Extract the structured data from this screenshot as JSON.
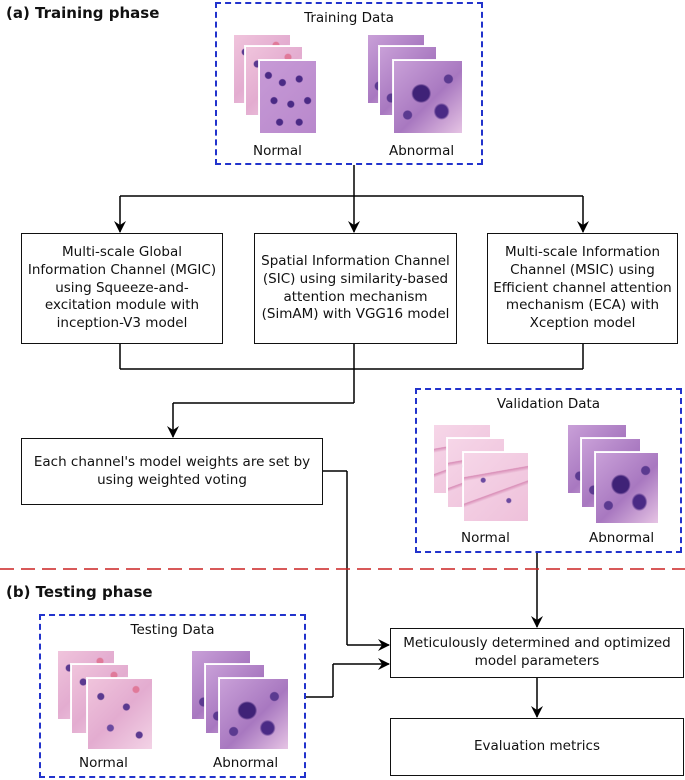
{
  "phases": {
    "training": "(a) Training phase",
    "testing": "(b) Testing phase"
  },
  "training_data": {
    "title": "Training Data",
    "normal": "Normal",
    "abnormal": "Abnormal"
  },
  "validation_data": {
    "title": "Validation Data",
    "normal": "Normal",
    "abnormal": "Abnormal"
  },
  "testing_data": {
    "title": "Testing Data",
    "normal": "Normal",
    "abnormal": "Abnormal"
  },
  "channels": {
    "mgic": "Multi-scale Global Information Channel (MGIC) using Squeeze-and-excitation module with inception-V3 model",
    "sic": "Spatial Information Channel (SIC) using similarity-based attention mechanism (SimAM) with VGG16 model",
    "msic": "Multi-scale Information Channel (MSIC) using Efficient channel attention mechanism (ECA) with Xception model"
  },
  "voting": "Each channel's model weights are set by using weighted voting",
  "params": "Meticulously determined and optimized model parameters",
  "evaluation": "Evaluation metrics",
  "colors": {
    "dashed_border": "#2233cc",
    "phase_divider": "#cc2222",
    "normal_tissue_bg": "#e9b8d4",
    "abnormal_tissue_bg": "#b07bc0",
    "nuclei": "#4a2a85"
  }
}
